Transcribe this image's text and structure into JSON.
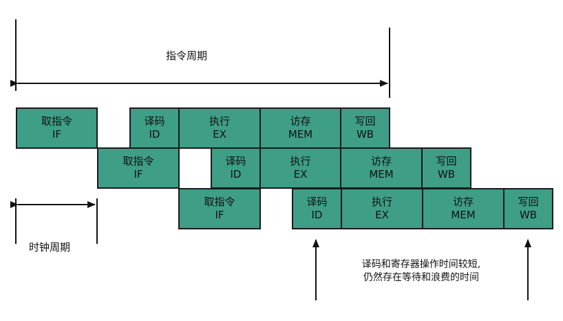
{
  "labels": {
    "instruction_cycle": "指令周期",
    "clock_cycle": "时钟周期"
  },
  "note": {
    "line1": "译码和寄存器操作时间较短,",
    "line2": "仍然存在等待和浪费的时间"
  },
  "stages": {
    "fetch": {
      "name": "取指令",
      "code": "IF"
    },
    "decode": {
      "name": "译码",
      "code": "ID"
    },
    "execute": {
      "name": "执行",
      "code": "EX"
    },
    "memory": {
      "name": "访存",
      "code": "MEM"
    },
    "writeback": {
      "name": "写回",
      "code": "WB"
    }
  },
  "colors": {
    "stage_fill": "#3e9e86",
    "stage_border": "#1a1a1a",
    "line": "#111111"
  }
}
